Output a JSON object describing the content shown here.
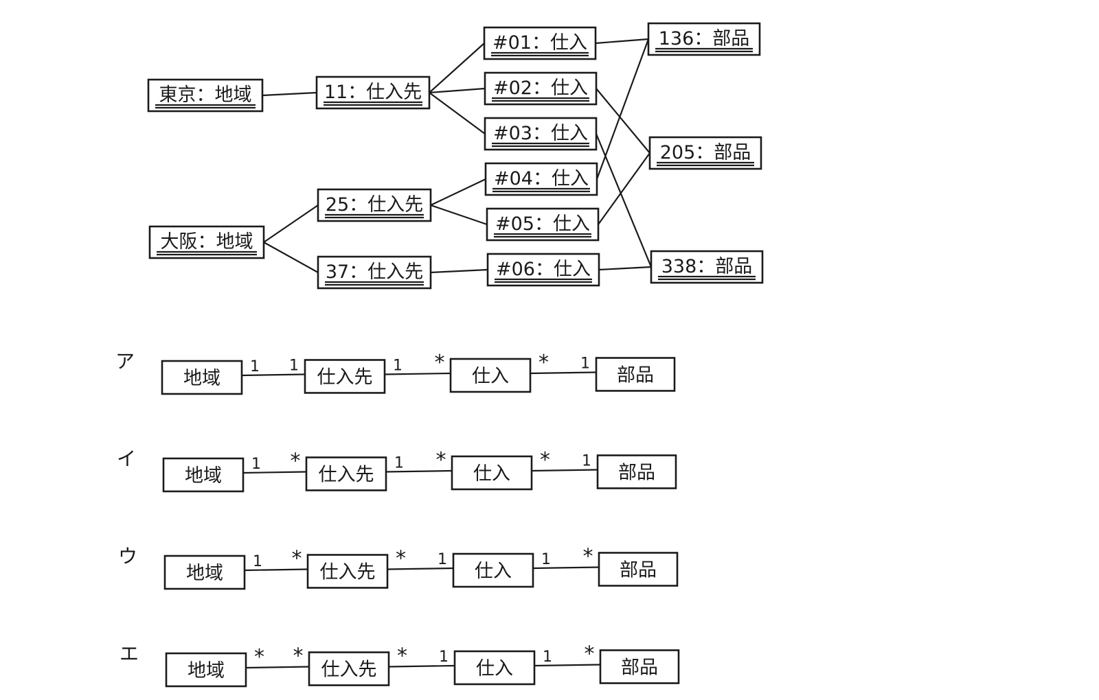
{
  "instance_diagram": {
    "regions": [
      "東京：地域",
      "大阪：地域"
    ],
    "suppliers": [
      "11：仕入先",
      "25：仕入先",
      "37：仕入先"
    ],
    "purchases": [
      "#01：仕入",
      "#02：仕入",
      "#03：仕入",
      "#04：仕入",
      "#05：仕入",
      "#06：仕入"
    ],
    "parts": [
      "136：部品",
      "205：部品",
      "338：部品"
    ],
    "links": [
      [
        "東京：地域",
        "11：仕入先"
      ],
      [
        "大阪：地域",
        "25：仕入先"
      ],
      [
        "大阪：地域",
        "37：仕入先"
      ],
      [
        "11：仕入先",
        "#01：仕入"
      ],
      [
        "11：仕入先",
        "#02：仕入"
      ],
      [
        "11：仕入先",
        "#03：仕入"
      ],
      [
        "25：仕入先",
        "#04：仕入"
      ],
      [
        "25：仕入先",
        "#05：仕入"
      ],
      [
        "37：仕入先",
        "#06：仕入"
      ],
      [
        "#01：仕入",
        "136：部品"
      ],
      [
        "#02：仕入",
        "205：部品"
      ],
      [
        "#03：仕入",
        "338：部品"
      ],
      [
        "#04：仕入",
        "136：部品"
      ],
      [
        "#05：仕入",
        "205：部品"
      ],
      [
        "#06：仕入",
        "338：部品"
      ]
    ]
  },
  "options": [
    {
      "label": "ア",
      "classes": [
        "地域",
        "仕入先",
        "仕入",
        "部品"
      ],
      "multiplicities": [
        [
          "1",
          "1"
        ],
        [
          "1",
          "*"
        ],
        [
          "*",
          "1"
        ]
      ]
    },
    {
      "label": "イ",
      "classes": [
        "地域",
        "仕入先",
        "仕入",
        "部品"
      ],
      "multiplicities": [
        [
          "1",
          "*"
        ],
        [
          "1",
          "*"
        ],
        [
          "*",
          "1"
        ]
      ]
    },
    {
      "label": "ウ",
      "classes": [
        "地域",
        "仕入先",
        "仕入",
        "部品"
      ],
      "multiplicities": [
        [
          "1",
          "*"
        ],
        [
          "*",
          "1"
        ],
        [
          "1",
          "*"
        ]
      ]
    },
    {
      "label": "エ",
      "classes": [
        "地域",
        "仕入先",
        "仕入",
        "部品"
      ],
      "multiplicities": [
        [
          "*",
          "*"
        ],
        [
          "*",
          "1"
        ],
        [
          "1",
          "*"
        ]
      ]
    }
  ]
}
